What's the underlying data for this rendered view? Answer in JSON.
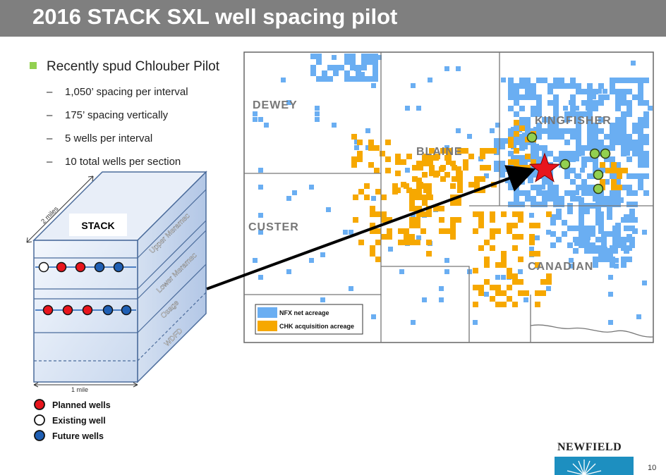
{
  "title": "2016 STACK SXL well spacing pilot",
  "accent_color": "#92d050",
  "bullet": {
    "main": "Recently spud Chlouber Pilot",
    "subs": [
      "1,050’ spacing per interval",
      "175’ spacing vertically",
      "5 wells per interval",
      "10 total wells per section"
    ]
  },
  "diagram": {
    "top_label": "STACK",
    "depth_label": "2 miles",
    "width_label": "1 mile",
    "layers": [
      "Upper Meramec",
      "Lower Meramec",
      "Osage",
      "WDFD"
    ],
    "legend": [
      {
        "label": "Planned wells",
        "color": "#e8151d"
      },
      {
        "label": "Existing well",
        "color": "#ffffff"
      },
      {
        "label": "Future wells",
        "color": "#1f5fb4"
      }
    ]
  },
  "map": {
    "counties": [
      "DEWEY",
      "BLAINE",
      "KINGFISHER",
      "CUSTER",
      "CANADIAN"
    ],
    "legend": [
      {
        "label": "NFX net acreage",
        "color": "#6aaef2"
      },
      {
        "label": "CHK acquisition acreage",
        "color": "#f6a800"
      }
    ]
  },
  "logo": "NEWFIELD",
  "page_number": "10"
}
